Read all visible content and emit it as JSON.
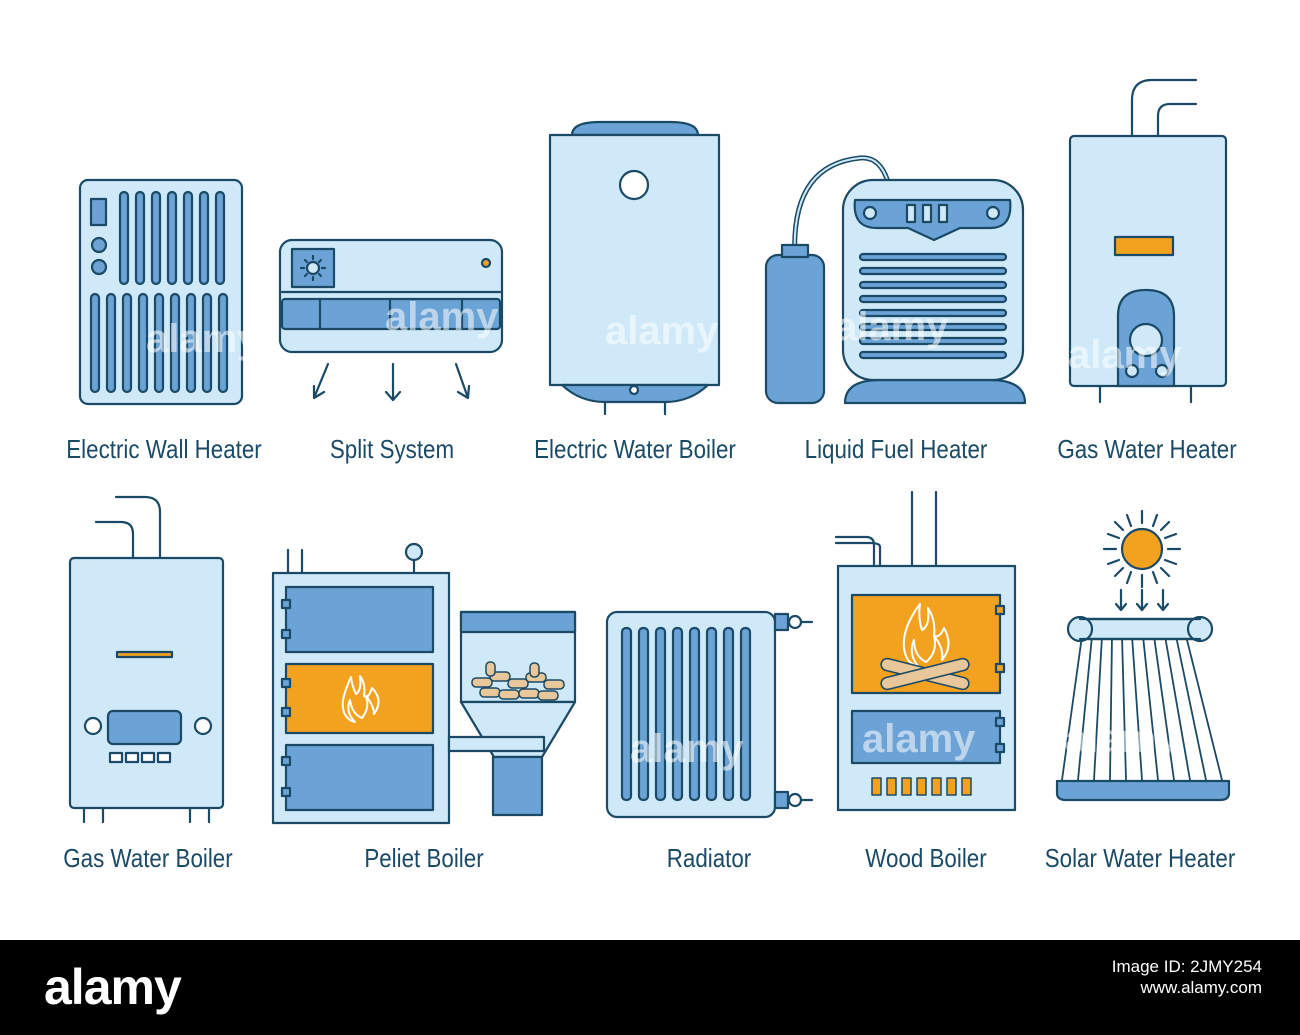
{
  "colors": {
    "outline": "#1b4a66",
    "light_fill": "#cfe9f8",
    "mid_fill": "#6ba3d6",
    "flame_fill": "#f3a21f",
    "sun_fill": "#f3a21f"
  },
  "items": [
    {
      "label": "Electric Wall Heater",
      "icon": "electric-wall-heater-icon"
    },
    {
      "label": "Split System",
      "icon": "split-system-icon"
    },
    {
      "label": "Electric Water Boiler",
      "icon": "electric-water-boiler-icon"
    },
    {
      "label": "Liquid Fuel Heater",
      "icon": "liquid-fuel-heater-icon"
    },
    {
      "label": "Gas Water Heater",
      "icon": "gas-water-heater-icon"
    },
    {
      "label": "Gas Water Boiler",
      "icon": "gas-water-boiler-icon"
    },
    {
      "label": "Peliet Boiler",
      "icon": "pellet-boiler-icon"
    },
    {
      "label": "Radiator",
      "icon": "radiator-icon"
    },
    {
      "label": "Wood Boiler",
      "icon": "wood-boiler-icon"
    },
    {
      "label": "Solar Water Heater",
      "icon": "solar-water-heater-icon"
    }
  ],
  "watermark": "alamy",
  "footer": {
    "brand": "alamy",
    "line1": "Image ID: 2JMY254",
    "line2": "www.alamy.com"
  }
}
